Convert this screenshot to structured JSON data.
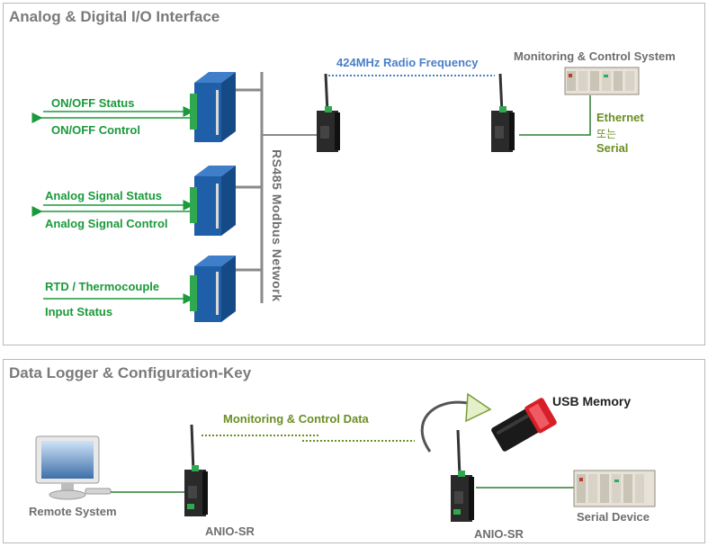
{
  "top_panel": {
    "title": "Analog & Digital I/O Interface",
    "labels": {
      "onoff_status": "ON/OFF Status",
      "onoff_control": "ON/OFF Control",
      "analog_status": "Analog Signal Status",
      "analog_control": "Analog Signal Control",
      "rtd": "RTD / Thermocouple",
      "input_status": "Input Status",
      "network": "RS485 Modbus Network",
      "radio": "424MHz Radio Frequency",
      "monitoring_system": "Monitoring & Control System",
      "ethernet": "Ethernet",
      "or": "또는",
      "serial": "Serial"
    }
  },
  "bottom_panel": {
    "title": "Data Logger & Configuration-Key",
    "labels": {
      "monitoring_data": "Monitoring & Control Data",
      "usb": "USB Memory",
      "remote": "Remote System",
      "anio_left": "ANIO-SR",
      "anio_right": "ANIO-SR",
      "serial_device": "Serial Device"
    }
  },
  "colors": {
    "signal_green": "#1a9a3a",
    "olive": "#6b8e23",
    "radio_blue": "#4a7fc8",
    "bus_gray": "#8a8a8a",
    "module_blue": "#1f5fa8",
    "usb_red": "#d81e28"
  }
}
